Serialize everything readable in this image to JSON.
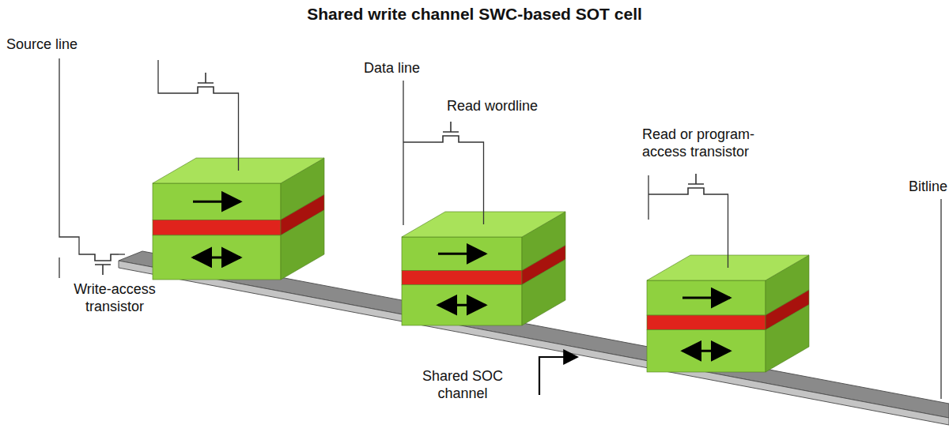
{
  "diagram": {
    "title": "Shared write channel SWC-based SOT cell",
    "labels": [
      "Source line",
      "Data line",
      "Read wordline",
      "Read or program-access transistor",
      "Bitline",
      "Write-access transistor",
      "Shared SOC channel"
    ]
  }
}
